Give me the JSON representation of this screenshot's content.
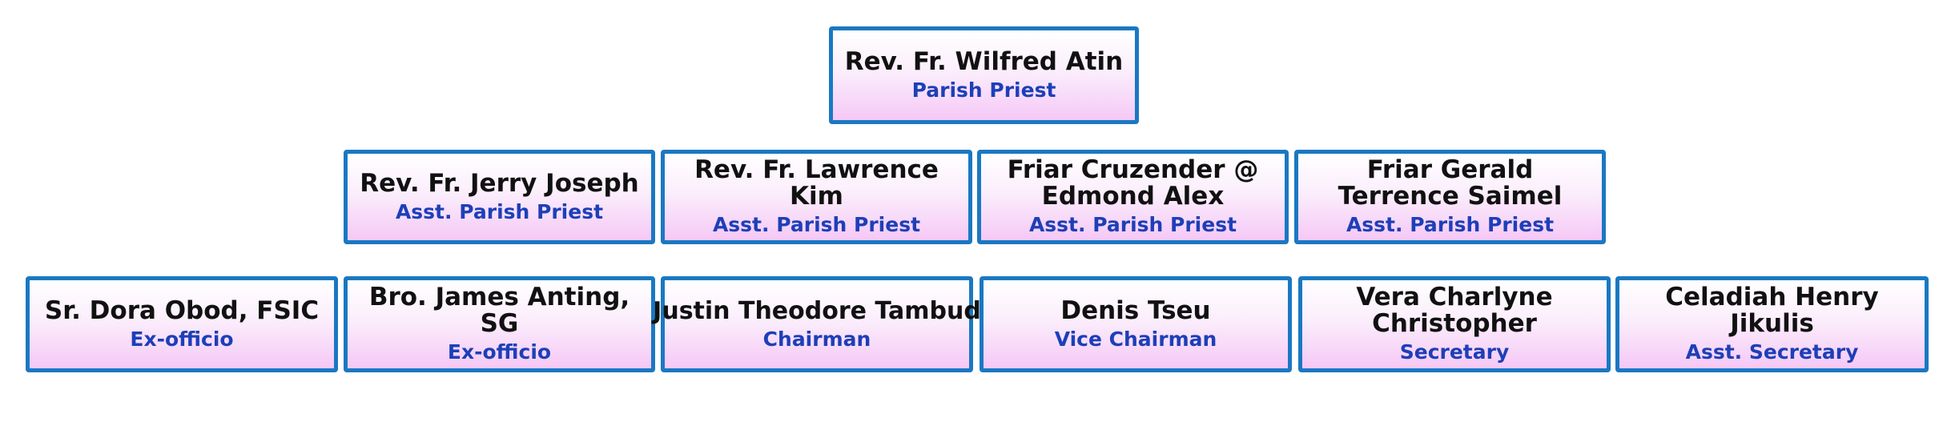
{
  "org_chart": {
    "nodes": [
      {
        "name": "Rev. Fr. Wilfred Atin",
        "role": "Parish Priest"
      },
      {
        "name": "Rev. Fr. Jerry Joseph",
        "role": "Asst. Parish Priest"
      },
      {
        "name": "Rev. Fr. Lawrence Kim",
        "role": "Asst. Parish Priest"
      },
      {
        "name": "Friar Cruzender @ Edmond Alex",
        "role": "Asst. Parish Priest"
      },
      {
        "name": "Friar Gerald Terrence Saimel",
        "role": "Asst. Parish Priest"
      },
      {
        "name": "Sr. Dora Obod, FSIC",
        "role": "Ex-officio"
      },
      {
        "name": "Bro. James Anting, SG",
        "role": "Ex-officio"
      },
      {
        "name": "Justin Theodore Tambud",
        "role": "Chairman"
      },
      {
        "name": "Denis Tseu",
        "role": "Vice Chairman"
      },
      {
        "name": "Vera Charlyne Christopher",
        "role": "Secretary"
      },
      {
        "name": "Celadiah Henry Jikulis",
        "role": "Asst. Secretary"
      }
    ]
  },
  "colors": {
    "border": "#1a78c2",
    "name_text": "#111111",
    "role_text": "#1d3fb8",
    "fill_top": "#ffffff",
    "fill_bottom": "#f5c8f6"
  }
}
